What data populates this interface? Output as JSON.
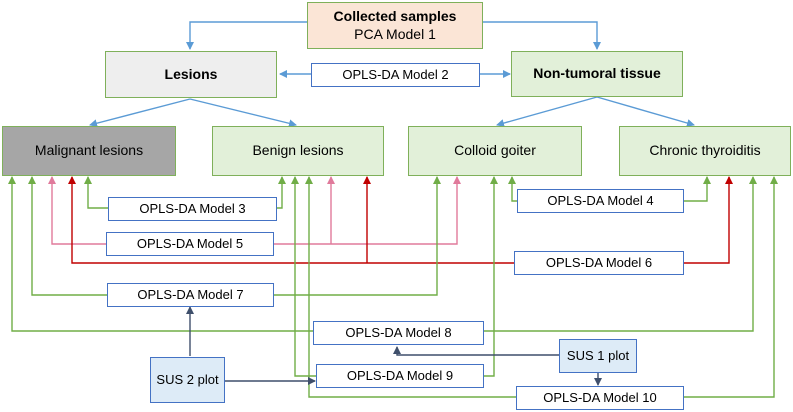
{
  "nodes": {
    "collected": {
      "title": "Collected samples",
      "subtitle": "PCA Model 1"
    },
    "lesions": "Lesions",
    "opls2": "OPLS-DA Model 2",
    "nontumoral": "Non-tumoral tissue",
    "malignant": "Malignant lesions",
    "benign": "Benign lesions",
    "colloid": "Colloid goiter",
    "chronic": "Chronic thyroiditis",
    "opls3": "OPLS-DA Model 3",
    "opls4": "OPLS-DA Model 4",
    "opls5": "OPLS-DA Model 5",
    "opls6": "OPLS-DA Model 6",
    "opls7": "OPLS-DA Model 7",
    "opls8": "OPLS-DA Model 8",
    "opls9": "OPLS-DA Model 9",
    "opls10": "OPLS-DA Model 10",
    "sus1": "SUS 1 plot",
    "sus2": "SUS 2 plot"
  },
  "colors": {
    "blue": "#5b9bd5",
    "green": "#70ad47",
    "pink": "#e07a9b",
    "red": "#c00000",
    "navy": "#3f4f6b"
  }
}
